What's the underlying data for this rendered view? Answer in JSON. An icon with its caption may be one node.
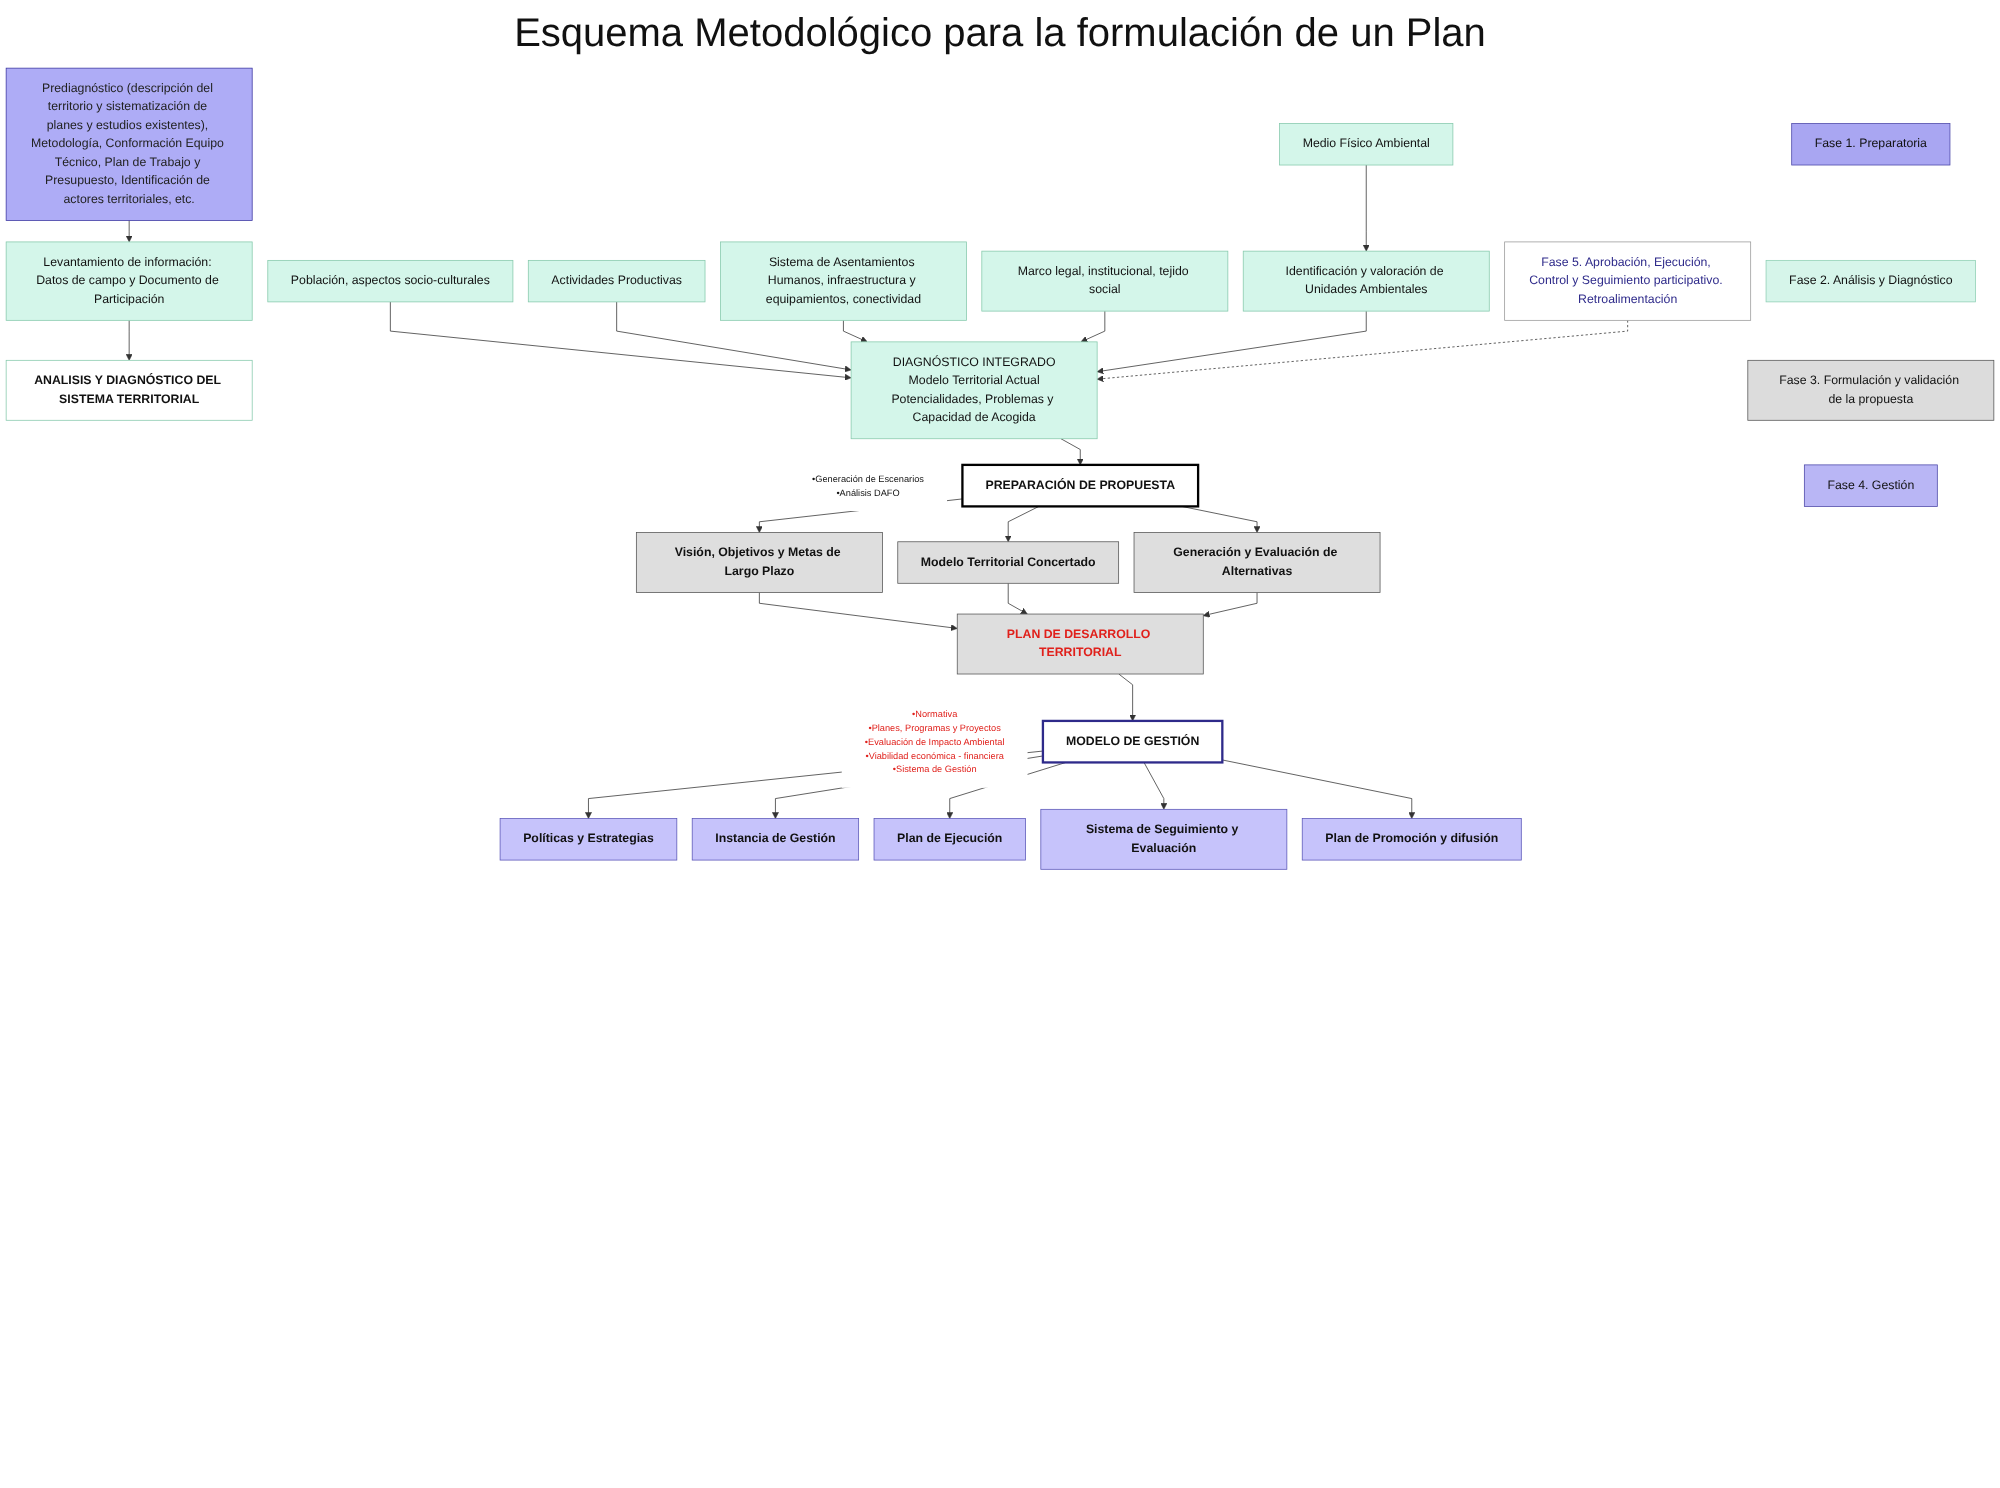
{
  "diagram": {
    "title": "Esquema Metodológico para la formulación de un Plan",
    "nodes": [
      {
        "text": [
          "Fase 1. Preparatoria"
        ]
      },
      {
        "text": [
          "Prediagnóstico (descripción del territorio y sistematización de planes y estudios existentes), Metodología, Conformación Equipo Técnico, Plan de Trabajo y Presupuesto, Identificación de actores territoriales, etc."
        ]
      },
      {
        "text": [
          "Fase 2. Análisis y Diagnóstico"
        ]
      },
      {
        "text": [
          "Levantamiento de información: Datos de campo y Documento de Participación"
        ]
      },
      {
        "text": [
          "ANALISIS Y DIAGNÓSTICO DEL SISTEMA TERRITORIAL"
        ]
      },
      {
        "text": [
          "Medio Físico Ambiental"
        ]
      },
      {
        "text": [
          "Población, aspectos socio-culturales"
        ]
      },
      {
        "text": [
          "Actividades Productivas"
        ]
      },
      {
        "text": [
          "Sistema de Asentamientos Humanos, infraestructura y equipamientos, conectividad"
        ]
      },
      {
        "text": [
          "Marco legal, institucional, tejido social"
        ]
      },
      {
        "text": [
          "Identificación y valoración de Unidades Ambientales"
        ]
      },
      {
        "text": [
          "DIAGNÓSTICO INTEGRADO",
          "Modelo Territorial Actual",
          "Potencialidades, Problemas y Capacidad de Acogida"
        ],
        "beside": [
          "•Generación de Escenarios",
          "•Análisis DAFO"
        ]
      },
      {
        "text": [
          "Fase 3. Formulación y validación de la propuesta"
        ]
      },
      {
        "text": [
          "PREPARACIÓN DE PROPUESTA"
        ]
      },
      {
        "text": [
          "Visión, Objetivos y Metas de Largo Plazo"
        ]
      },
      {
        "text": [
          "Modelo Territorial Concertado"
        ]
      },
      {
        "text": [
          "Generación y Evaluación de Alternativas"
        ]
      },
      {
        "text": [
          "PLAN DE DESARROLLO TERRITORIAL"
        ],
        "beside": [
          "•Normativa",
          "•Planes, Programas y Proyectos",
          "•Evaluación de Impacto Ambiental",
          "•Viabilidad económica - financiera",
          "•Sistema de Gestión"
        ]
      },
      {
        "text": [
          "Fase 4. Gestión"
        ]
      },
      {
        "text": [
          "MODELO DE GESTIÓN"
        ]
      },
      {
        "text": [
          "Políticas y Estrategias"
        ]
      },
      {
        "text": [
          "Instancia de Gestión"
        ]
      },
      {
        "text": [
          "Plan de Ejecución"
        ]
      },
      {
        "text": [
          "Sistema de Seguimiento y Evaluación"
        ]
      },
      {
        "text": [
          "Plan de Promoción y difusión"
        ]
      },
      {
        "text": [
          "Fase 5. Aprobación, Ejecución, Control y Seguimiento participativo. Retroalimentación"
        ]
      }
    ],
    "edges": [
      {
        "from": 1,
        "to": 3,
        "arrow": "to"
      },
      {
        "from": 3,
        "to": 4,
        "arrow": "to"
      },
      {
        "from": 5,
        "to": 10,
        "arrow": "to"
      },
      {
        "from": 6,
        "to": 11,
        "arrow": "to"
      },
      {
        "from": 7,
        "to": 11,
        "arrow": "to"
      },
      {
        "from": 8,
        "to": 11,
        "arrow": "to"
      },
      {
        "from": 9,
        "to": 11,
        "arrow": "to"
      },
      {
        "from": 10,
        "to": 11,
        "arrow": "to"
      },
      {
        "from": 11,
        "to": 13,
        "arrow": "to"
      },
      {
        "from": 13,
        "to": 14,
        "arrow": "to"
      },
      {
        "from": 13,
        "to": 15,
        "arrow": "to"
      },
      {
        "from": 13,
        "to": 16,
        "arrow": "to"
      },
      {
        "from": 14,
        "to": 17,
        "arrow": "to"
      },
      {
        "from": 15,
        "to": 17,
        "arrow": "to"
      },
      {
        "from": 16,
        "to": 17,
        "arrow": "to"
      },
      {
        "from": 17,
        "to": 19,
        "arrow": "to"
      },
      {
        "from": 19,
        "to": 20,
        "arrow": "to"
      },
      {
        "from": 19,
        "to": 21,
        "arrow": "to"
      },
      {
        "from": 19,
        "to": 22,
        "arrow": "to"
      },
      {
        "from": 19,
        "to": 23,
        "arrow": "to"
      },
      {
        "from": 19,
        "to": 24,
        "arrow": "to"
      },
      {
        "from": 25,
        "to": 11,
        "arrow": "to",
        "style": "dashed"
      }
    ]
  }
}
